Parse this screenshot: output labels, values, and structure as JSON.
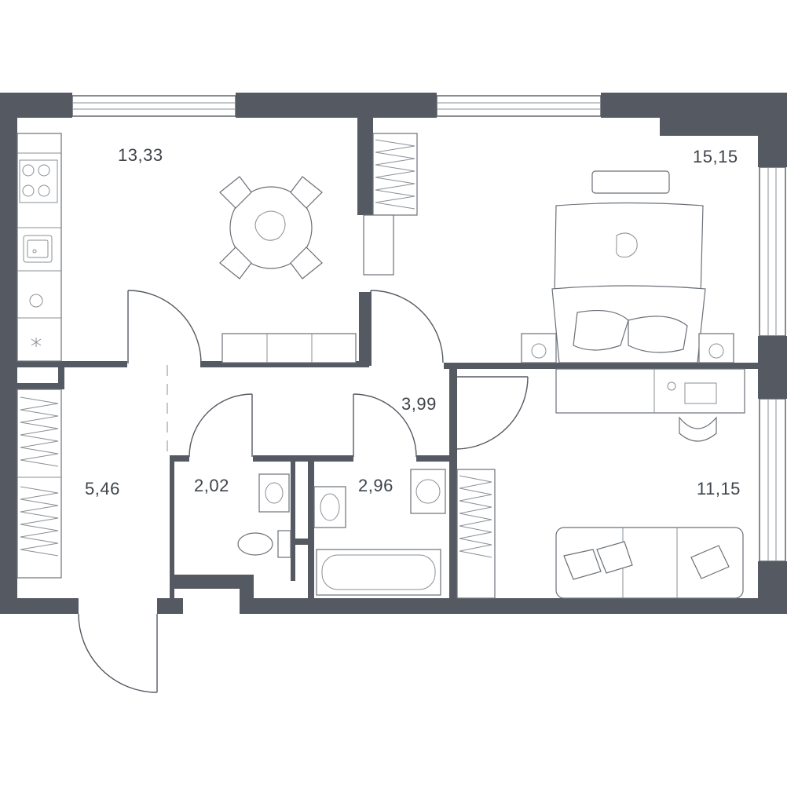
{
  "rooms": [
    {
      "id": "kitchen",
      "area": "13,33"
    },
    {
      "id": "bedroom",
      "area": "15,15"
    },
    {
      "id": "corridor",
      "area": "3,99"
    },
    {
      "id": "hall",
      "area": "5,46"
    },
    {
      "id": "toilet",
      "area": "2,02"
    },
    {
      "id": "bathroom",
      "area": "2,96"
    },
    {
      "id": "living",
      "area": "11,15"
    }
  ],
  "colors": {
    "wall": "#555a62",
    "line": "#6b7078",
    "text": "#3f444b"
  }
}
